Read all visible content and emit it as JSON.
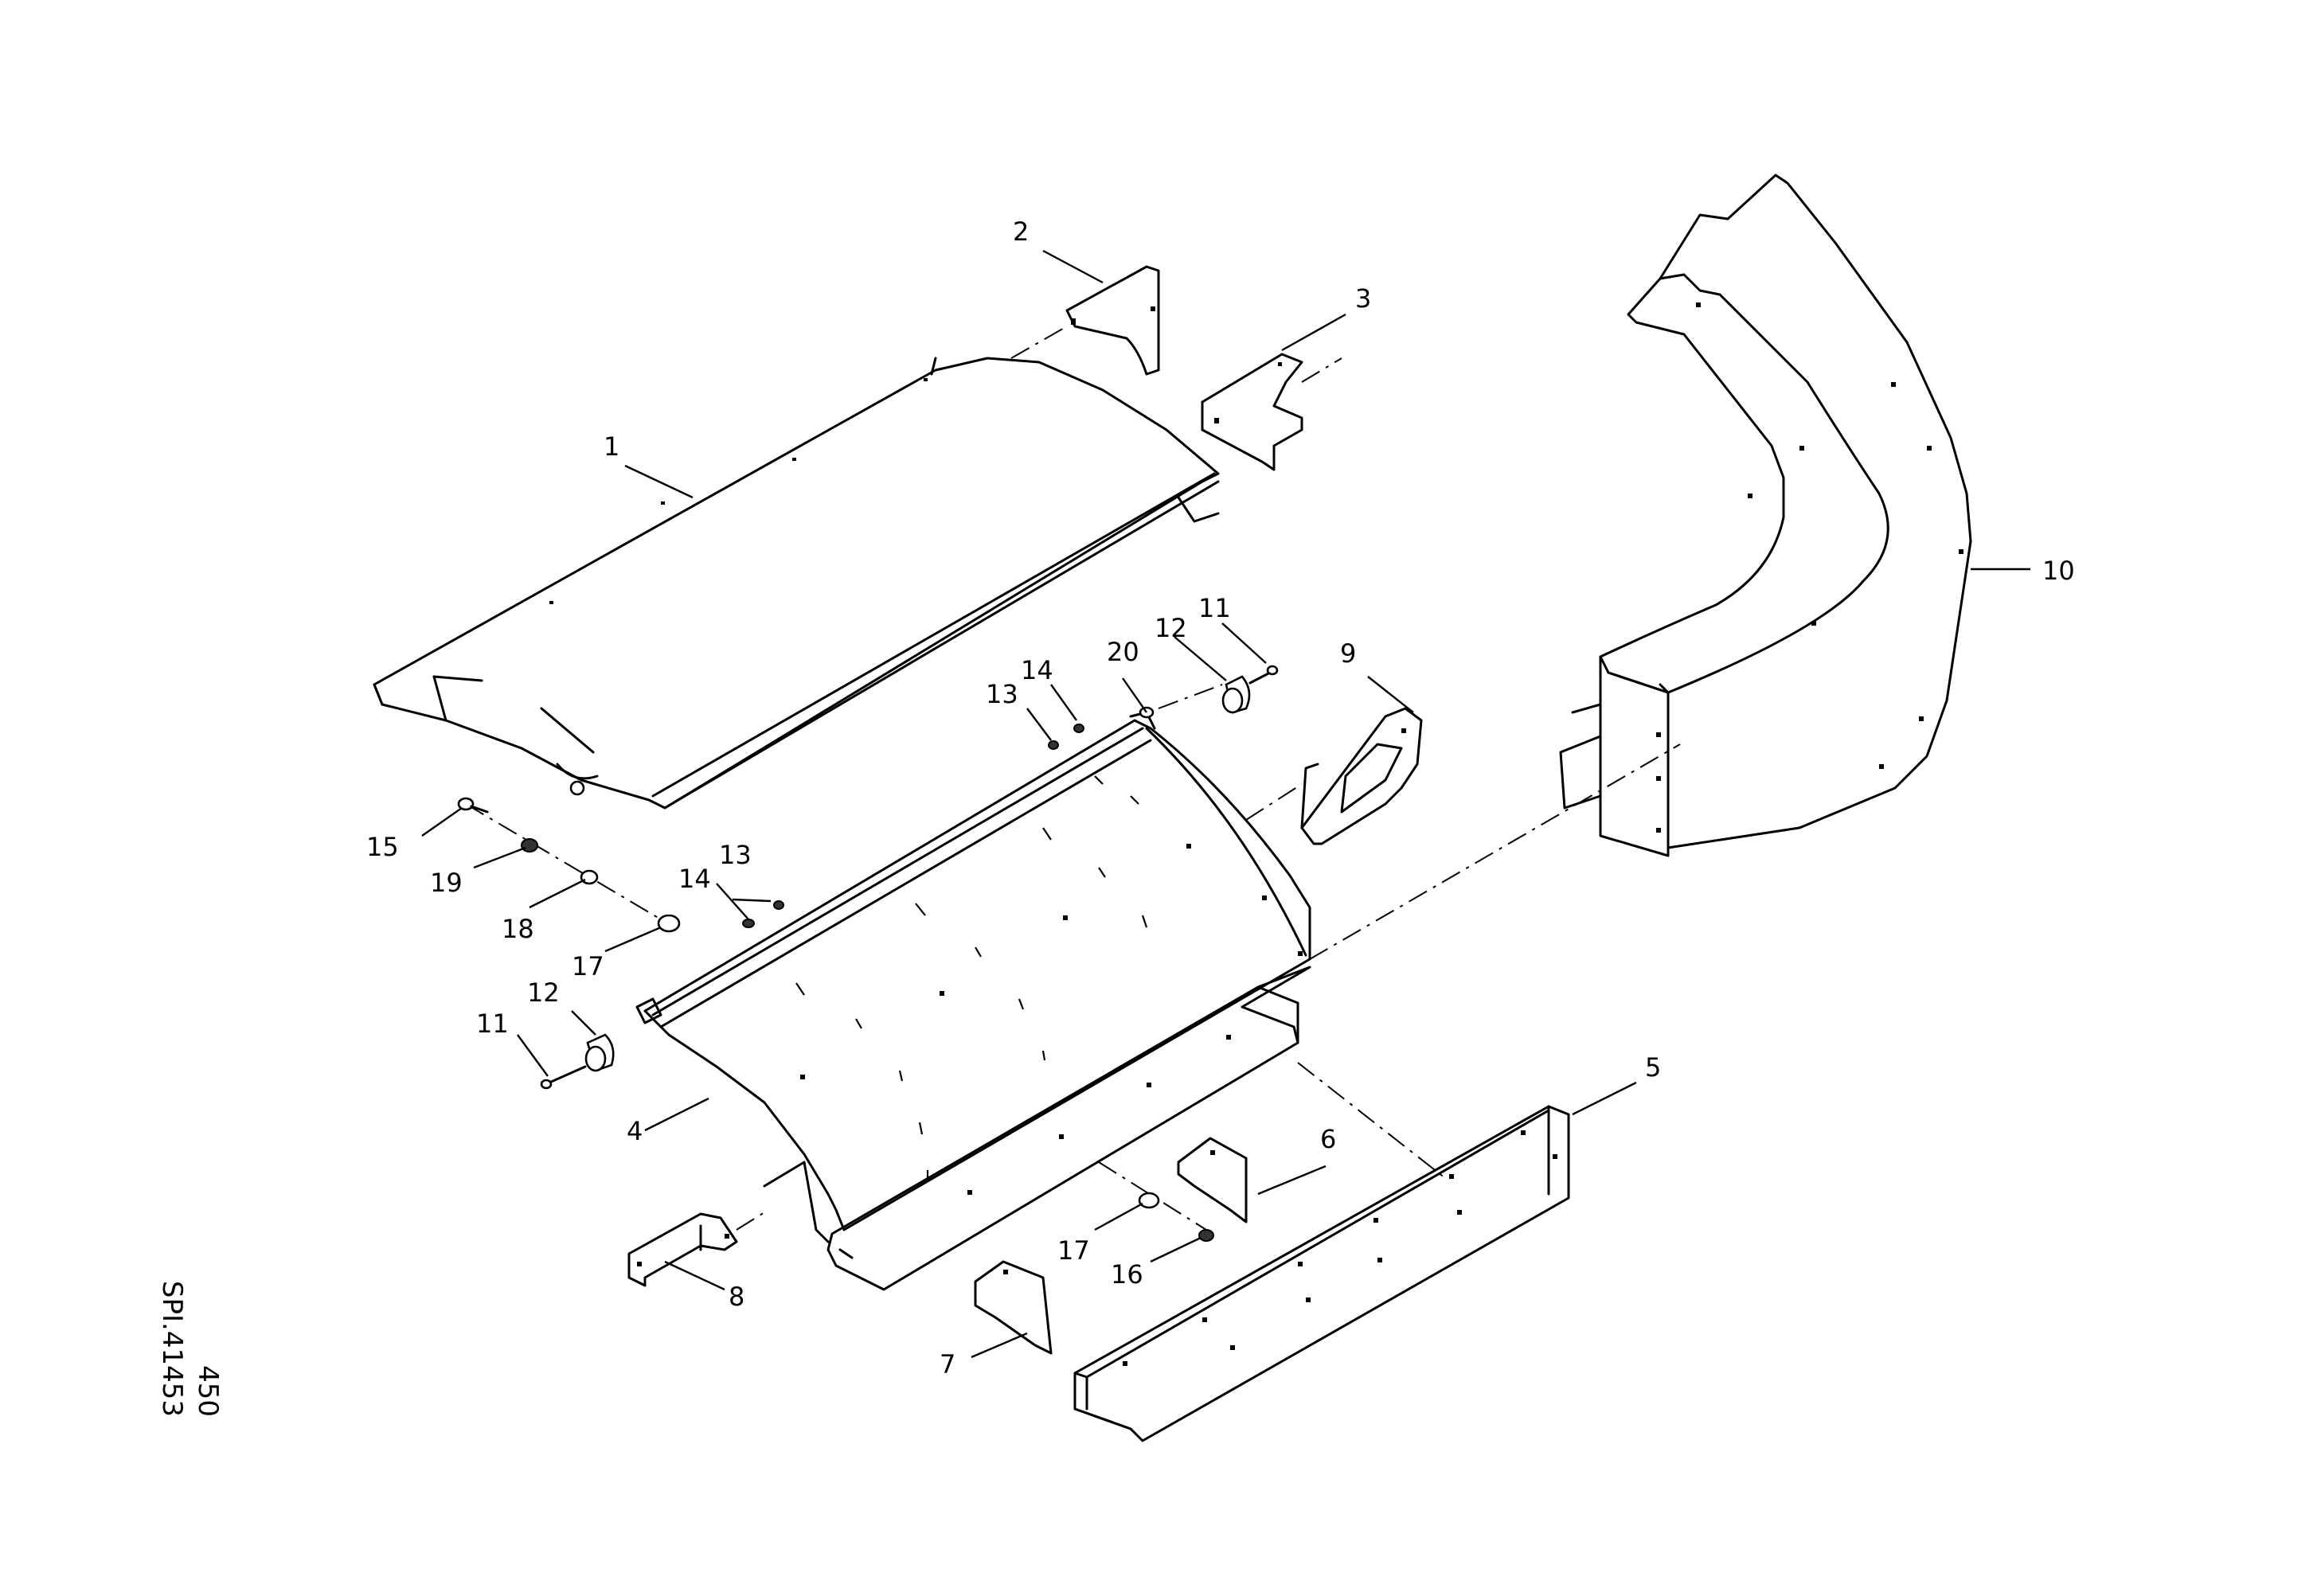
{
  "drawing": {
    "reference": {
      "page_code": "450",
      "drawing_number": "SPI.41453"
    },
    "callouts": [
      {
        "id": "c1",
        "label": "1"
      },
      {
        "id": "c2",
        "label": "2"
      },
      {
        "id": "c3",
        "label": "3"
      },
      {
        "id": "c4",
        "label": "4"
      },
      {
        "id": "c5",
        "label": "5"
      },
      {
        "id": "c6",
        "label": "6"
      },
      {
        "id": "c7",
        "label": "7"
      },
      {
        "id": "c8",
        "label": "8"
      },
      {
        "id": "c9",
        "label": "9"
      },
      {
        "id": "c10",
        "label": "10"
      },
      {
        "id": "c11a",
        "label": "11"
      },
      {
        "id": "c11b",
        "label": "11"
      },
      {
        "id": "c12a",
        "label": "12"
      },
      {
        "id": "c12b",
        "label": "12"
      },
      {
        "id": "c13a",
        "label": "13"
      },
      {
        "id": "c13b",
        "label": "13"
      },
      {
        "id": "c14a",
        "label": "14"
      },
      {
        "id": "c14b",
        "label": "14"
      },
      {
        "id": "c15",
        "label": "15"
      },
      {
        "id": "c16",
        "label": "16"
      },
      {
        "id": "c17a",
        "label": "17"
      },
      {
        "id": "c17b",
        "label": "17"
      },
      {
        "id": "c18",
        "label": "18"
      },
      {
        "id": "c19",
        "label": "19"
      },
      {
        "id": "c20",
        "label": "20"
      }
    ]
  }
}
